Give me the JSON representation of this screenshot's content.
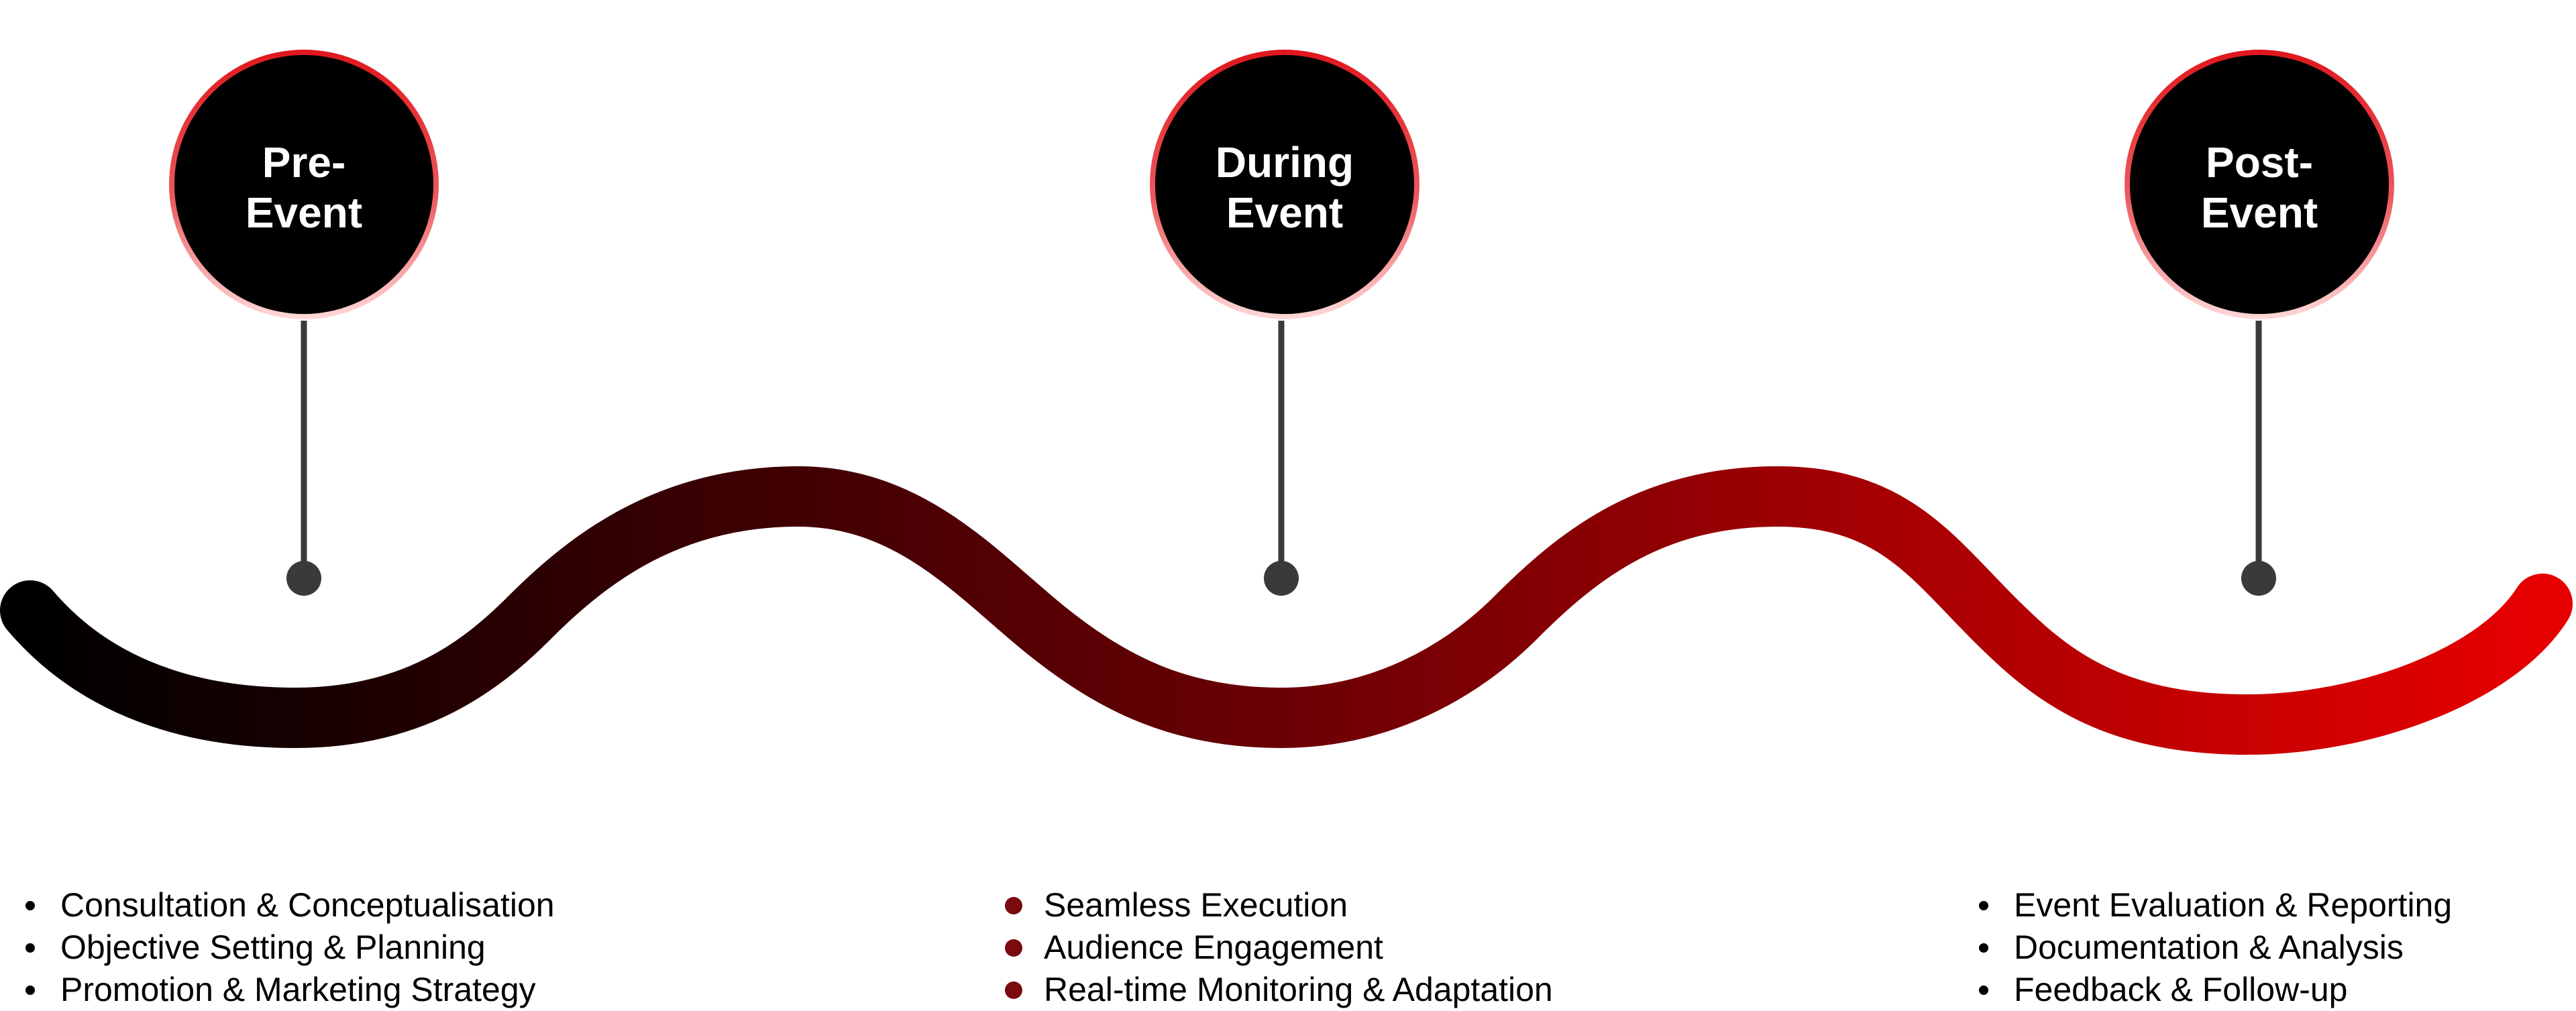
{
  "stages": [
    {
      "key": "pre",
      "title_line1": "Pre-",
      "title_line2": "Event",
      "items": [
        "Consultation & Conceptualisation",
        "Objective Setting & Planning",
        "Promotion & Marketing Strategy"
      ]
    },
    {
      "key": "during",
      "title_line1": "During",
      "title_line2": "Event",
      "items": [
        "Seamless Execution",
        "Audience Engagement",
        "Real-time Monitoring & Adaptation"
      ]
    },
    {
      "key": "post",
      "title_line1": "Post-",
      "title_line2": "Event",
      "items": [
        "Event Evaluation & Reporting",
        "Documentation & Analysis",
        "Feedback & Follow-up"
      ]
    }
  ],
  "colors": {
    "wave_start": "#000000",
    "wave_end": "#e00000",
    "circle_fill": "#000000",
    "circle_ring": "#e0161c",
    "connector": "#3a3a3a",
    "during_bullet": "#7a0a0f"
  }
}
